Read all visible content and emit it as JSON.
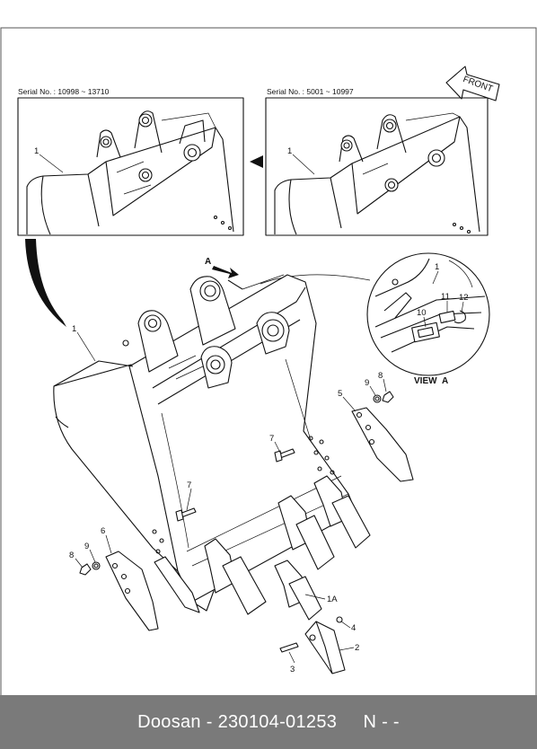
{
  "diagram": {
    "inset_left": {
      "serial": "Serial No. : 10998 ~ 13710",
      "part": "1"
    },
    "inset_right": {
      "serial": "Serial No. : 5001 ~ 10997",
      "part": "1"
    },
    "front_label": "FRONT",
    "view_marker": "A",
    "view_detail": {
      "caption_prefix": "VIEW",
      "caption_letter": "A",
      "parts": [
        "1",
        "10",
        "11",
        "12"
      ]
    },
    "main_parts": {
      "p1": "1",
      "p5": "5",
      "p9r": "9",
      "p8r": "8",
      "p7a": "7",
      "p7b": "7",
      "p6": "6",
      "p9l": "9",
      "p8l": "8",
      "p1a": "1A",
      "p4": "4",
      "p2": "2",
      "p3": "3"
    }
  },
  "footer": {
    "brand": "Doosan",
    "separator": " - ",
    "part_number": "230104-01253",
    "suffix": "N - -"
  }
}
